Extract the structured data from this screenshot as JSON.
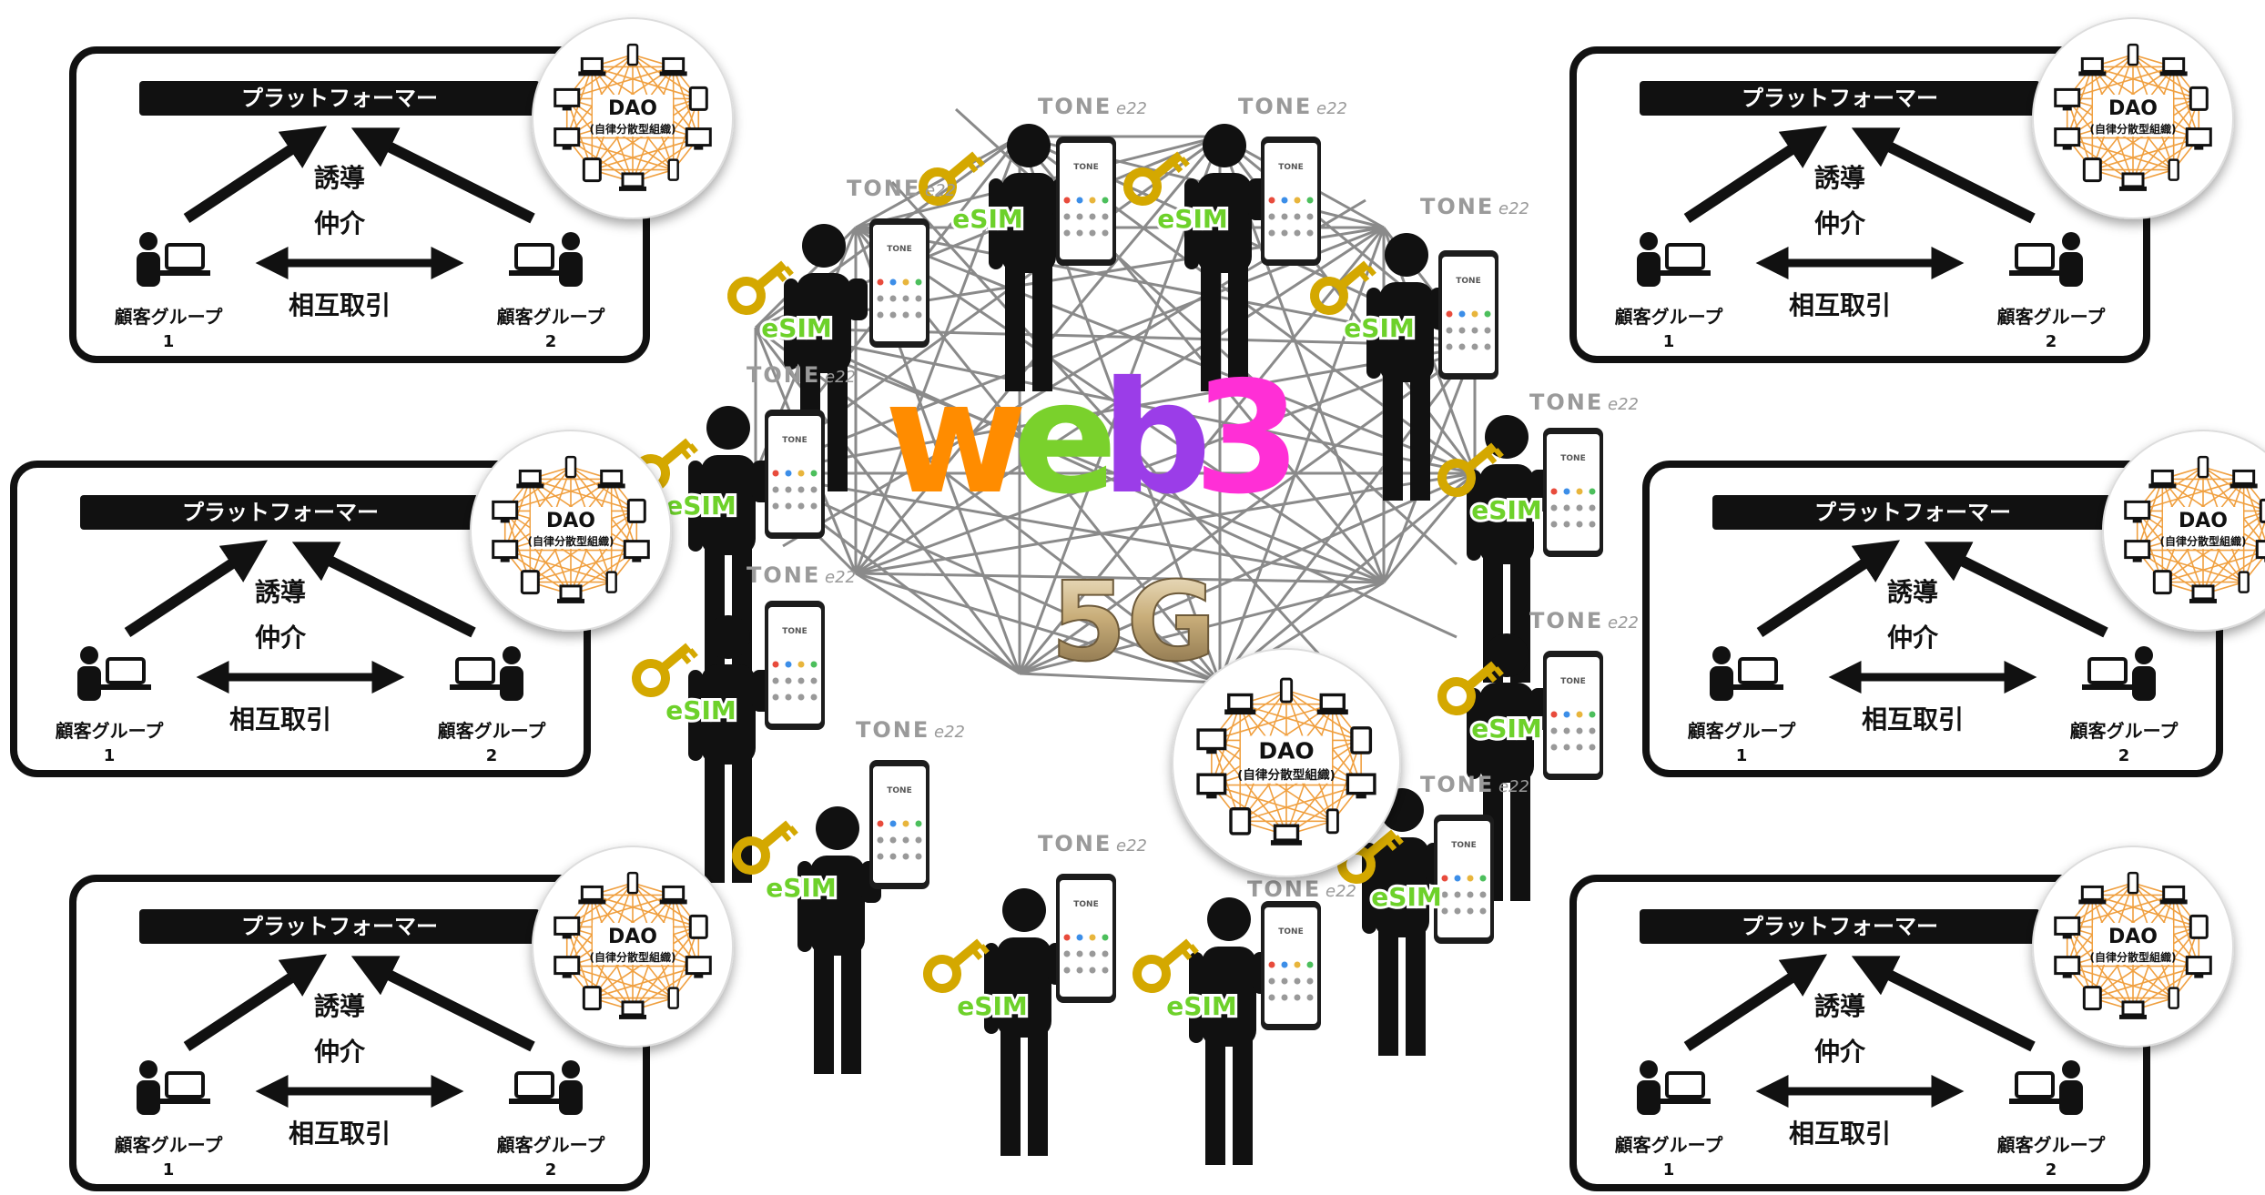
{
  "panel": {
    "platformer": "プラットフォーマー",
    "induce": "誘導",
    "mediate": "仲介",
    "mutual_trade": "相互取引",
    "customer_group_1": "顧客グループ",
    "group_1_num": "1",
    "customer_group_2": "顧客グループ",
    "group_2_num": "2"
  },
  "dao": {
    "title": "DAO",
    "subtitle": "(自律分散型組織)"
  },
  "center": {
    "web3_letters": [
      "w",
      "e",
      "b",
      "3"
    ],
    "web3_colors": [
      "#ff8c00",
      "#7ad12c",
      "#9b3de8",
      "#ff2fd6"
    ],
    "fiveg": "5G"
  },
  "node": {
    "esim_label": "eSIM",
    "brand_main": "TONE",
    "brand_sub": "e22",
    "phone_screen_text": "TONE"
  },
  "colors": {
    "esim_green": "#6dd12a",
    "key_gold": "#d4a800",
    "dao_orange": "#f0a040",
    "mesh_gray": "#8a8a8a"
  },
  "icons": {
    "person": "person-silhouette-icon",
    "phone": "smartphone-icon",
    "key": "key-icon",
    "laptop": "laptop-icon",
    "monitor": "monitor-icon",
    "tablet": "tablet-icon",
    "customer": "person-at-desk-icon"
  }
}
